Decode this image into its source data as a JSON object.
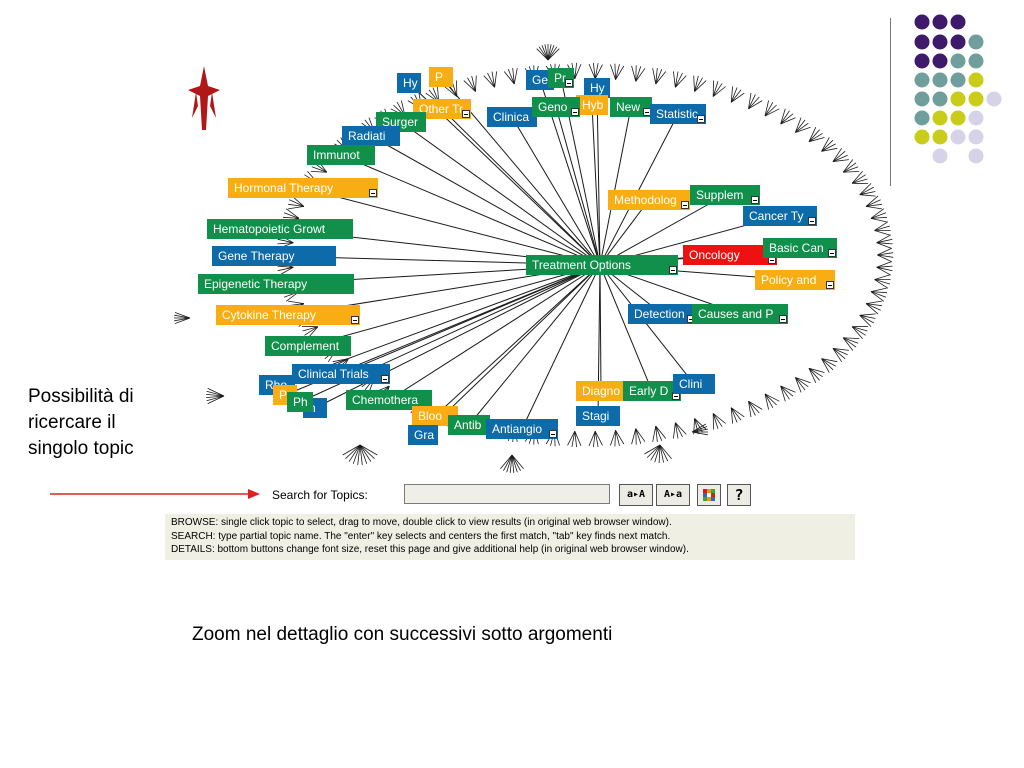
{
  "colors": {
    "green": "#10904a",
    "blue": "#0c6ba8",
    "orange": "#f8ad12",
    "red": "#ee1111",
    "dot_purple": "#3f1a6b",
    "dot_teal": "#6f9e9c",
    "dot_yellow": "#c9cc18",
    "dot_lavender": "#d6d3e8"
  },
  "slide": {
    "left_caption_lines": [
      "Possibilità di",
      "ricercare il",
      "singolo topic"
    ],
    "bottom_caption": "Zoom nel dettaglio con successivi sotto argomenti"
  },
  "tree": {
    "root": "Treatment Options",
    "nodes": [
      {
        "label": "Hy",
        "color": "blue"
      },
      {
        "label": "P",
        "color": "orange"
      },
      {
        "label": "Other Tr",
        "color": "orange",
        "collapse": true
      },
      {
        "label": "Surger",
        "color": "green"
      },
      {
        "label": "Radiati",
        "color": "blue"
      },
      {
        "label": "Immunot",
        "color": "green"
      },
      {
        "label": "Hormonal Therapy",
        "color": "orange",
        "collapse": true
      },
      {
        "label": "Hematopoietic Growt",
        "color": "green"
      },
      {
        "label": "Gene Therapy",
        "color": "blue"
      },
      {
        "label": "Epigenetic Therapy",
        "color": "green"
      },
      {
        "label": "Cytokine Therapy",
        "color": "orange",
        "collapse": true
      },
      {
        "label": "Complement",
        "color": "green"
      },
      {
        "label": "Clinical Trials",
        "color": "blue",
        "collapse": true
      },
      {
        "label": "Rho",
        "color": "blue"
      },
      {
        "label": "P",
        "color": "orange"
      },
      {
        "label": "h",
        "color": "blue"
      },
      {
        "label": "Ph",
        "color": "green"
      },
      {
        "label": "Chemothera",
        "color": "green"
      },
      {
        "label": "Bloo",
        "color": "orange",
        "collapse": true
      },
      {
        "label": "Gra",
        "color": "blue"
      },
      {
        "label": "Antib",
        "color": "green"
      },
      {
        "label": "Antiangio",
        "color": "blue",
        "collapse": true
      },
      {
        "label": "Ge",
        "color": "blue"
      },
      {
        "label": "Pr",
        "color": "green",
        "collapse": true
      },
      {
        "label": "Hy",
        "color": "blue"
      },
      {
        "label": "Hyb",
        "color": "orange"
      },
      {
        "label": "Clinica",
        "color": "blue"
      },
      {
        "label": "Geno",
        "color": "green",
        "collapse": true
      },
      {
        "label": "New",
        "color": "green",
        "collapse": true
      },
      {
        "label": "Statistic",
        "color": "blue",
        "collapse": true
      },
      {
        "label": "Methodolog",
        "color": "orange",
        "collapse": true
      },
      {
        "label": "Supplem",
        "color": "green",
        "collapse": true
      },
      {
        "label": "Cancer Ty",
        "color": "blue",
        "collapse": true
      },
      {
        "label": "Oncology",
        "color": "red",
        "collapse": true
      },
      {
        "label": "Basic Can",
        "color": "green",
        "collapse": true
      },
      {
        "label": "Policy and",
        "color": "orange",
        "collapse": true
      },
      {
        "label": "Detection",
        "color": "blue",
        "collapse": true
      },
      {
        "label": "Causes and P",
        "color": "green",
        "collapse": true
      },
      {
        "label": "Diagno",
        "color": "orange"
      },
      {
        "label": "Stagi",
        "color": "blue"
      },
      {
        "label": "Early D",
        "color": "green",
        "collapse": true
      },
      {
        "label": "Clini",
        "color": "blue"
      }
    ]
  },
  "search": {
    "label": "Search for Topics:",
    "value": "",
    "btn_find": "a▸A",
    "btn_next": "A▸a",
    "btn_help": "?"
  },
  "help_lines": [
    "BROWSE: single click topic to select, drag to move, double click to view results (in original web browser window).",
    "SEARCH: type partial topic name.  The \"enter\" key selects and centers the first match, \"tab\" key finds next match.",
    "DETAILS: bottom buttons change font size, reset this page and give additional help (in original web browser window)."
  ]
}
